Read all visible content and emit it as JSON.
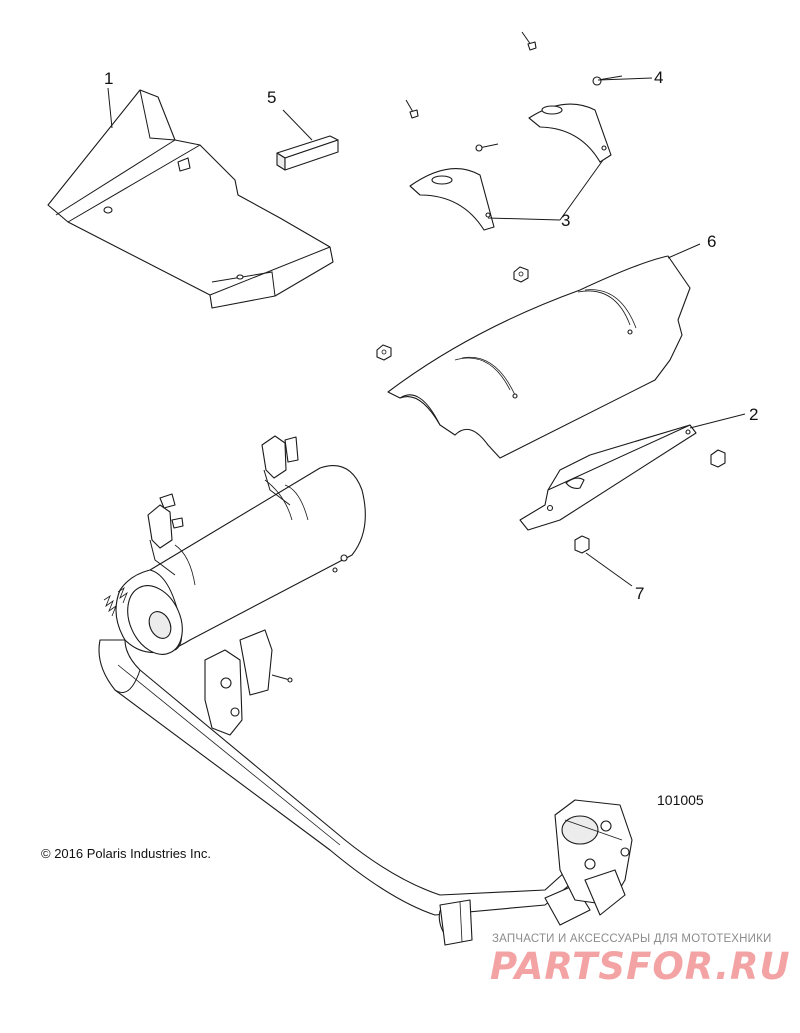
{
  "callouts": {
    "c1": "1",
    "c2": "2",
    "c3": "3",
    "c4": "4",
    "c5": "5",
    "c6": "6",
    "c7": "7"
  },
  "diagram_id": "101005",
  "copyright": "© 2016 Polaris Industries Inc.",
  "watermark": {
    "tagline": "ЗАПЧАСТИ И АКСЕССУАРЫ ДЛЯ МОТОТЕХНИКИ",
    "logo": "PARTSFOR.RU"
  }
}
